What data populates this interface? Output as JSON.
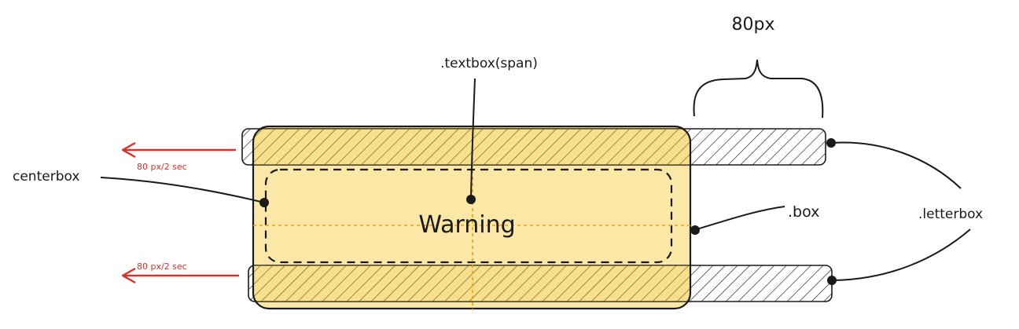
{
  "labels": {
    "width_label": "80px",
    "textbox_label": ".textbox(span)",
    "centerbox_label": "centerbox",
    "box_label": ".box",
    "letterbox_label": ".letterbox",
    "speed_top": "80 px/2 sec",
    "speed_bottom": "80 px/2 sec",
    "warning_text": "Warning"
  },
  "colors": {
    "box_fill": "#fbe8a6",
    "guide": "#f59f00",
    "arrow": "#d9302c",
    "stroke": "#1a1a1a",
    "hatch": "#1a1a1a"
  }
}
